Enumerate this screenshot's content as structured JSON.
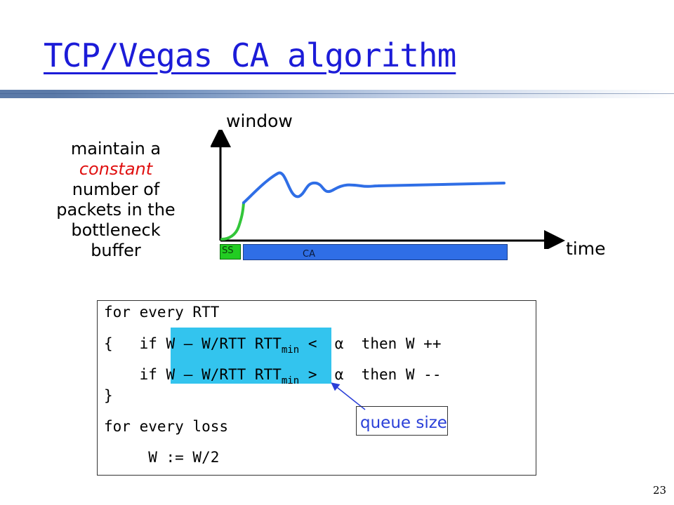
{
  "slide": {
    "title": "TCP/Vegas CA algorithm",
    "page_number": "23"
  },
  "note": {
    "line1": "maintain a",
    "line2": "constant",
    "line3": "number of",
    "line4": "packets in the",
    "line5": "bottleneck",
    "line6": "buffer"
  },
  "graph": {
    "ylabel": "window",
    "xlabel": "time",
    "ss_label": "SS",
    "ca_label": "CA",
    "colors": {
      "ss": "#22cc22",
      "ca": "#2f6ee6",
      "axis": "#000000"
    }
  },
  "code": {
    "line1": "for every RTT",
    "line2_pre": "{   if W – W/RTT RTT",
    "line2_sub": "min",
    "line2_post": " <  α  then W ++",
    "line3_pre": "    if W – W/RTT RTT",
    "line3_sub": "min",
    "line3_post": " >  α  then W --",
    "line4": "}",
    "line5": "for every loss",
    "line6": "     W := W/2"
  },
  "annotation": {
    "label": "queue size",
    "highlight_color": "#33c4ee",
    "arrow_color": "#2a3fd8"
  }
}
